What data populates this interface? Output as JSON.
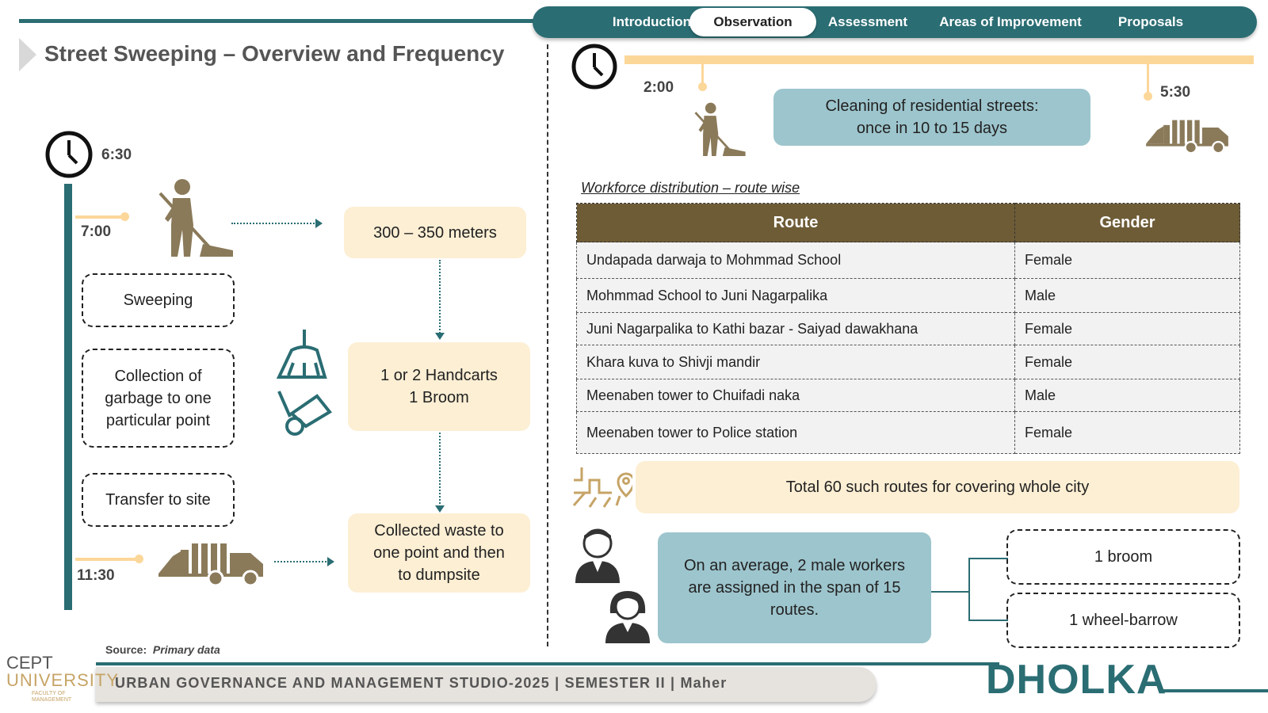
{
  "nav": {
    "tabs": [
      {
        "label": "Introduction",
        "active": false
      },
      {
        "label": "Observation",
        "active": true
      },
      {
        "label": "Assessment",
        "active": false
      },
      {
        "label": "Areas of Improvement",
        "active": false
      },
      {
        "label": "Proposals",
        "active": false
      }
    ]
  },
  "page_title": "Street Sweeping – Overview and Frequency",
  "left": {
    "times": {
      "start": "6:30",
      "sweep": "7:00",
      "end": "11:30"
    },
    "steps": {
      "sweeping": "Sweeping",
      "collection": "Collection of\ngarbage to one\nparticular point",
      "transfer": "Transfer to site"
    },
    "info": {
      "distance": "300 – 350 meters",
      "equipment": "1 or 2 Handcarts\n1 Broom",
      "waste": "Collected waste to\none point and then\nto dumpsite"
    },
    "source_label": "Source:",
    "source_value": "Primary data"
  },
  "right": {
    "times": {
      "start": "2:00",
      "end": "5:30"
    },
    "cleaning_note": "Cleaning of residential streets:\nonce in 10 to 15 days",
    "table_title": "Workforce distribution – route wise",
    "table_headers": {
      "route": "Route",
      "gender": "Gender"
    },
    "table_rows": [
      {
        "route": "Undapada darwaja to Mohmmad School",
        "gender": "Female"
      },
      {
        "route": "Mohmmad School to Juni Nagarpalika",
        "gender": "Male"
      },
      {
        "route": "Juni Nagarpalika to Kathi bazar  - Saiyad dawakhana",
        "gender": "Female"
      },
      {
        "route": "Khara kuva to Shivji mandir",
        "gender": "Female"
      },
      {
        "route": "Meenaben tower to Chuifadi naka",
        "gender": "Male"
      },
      {
        "route": "Meenaben tower to Police station",
        "gender": "Female"
      }
    ],
    "total_routes": "Total 60 such routes for covering whole city",
    "average_note": "On an average, 2 male workers\nare assigned in the span of 15\nroutes.",
    "tools": [
      "1 broom",
      "1 wheel-barrow"
    ]
  },
  "footer": {
    "studio": "URBAN GOVERNANCE AND MANAGEMENT STUDIO-2025 | SEMESTER II | Maher",
    "city": "DHOLKA",
    "logo_line1": "CEPT",
    "logo_line2": "UNIVERSITY",
    "logo_line3": "FACULTY OF MANAGEMENT"
  },
  "colors": {
    "teal": "#2a6d73",
    "cream": "#fdefd4",
    "light_teal": "#9dc5cd",
    "table_header": "#6e5c37",
    "accent_yellow": "#fcd79a",
    "icon_brown": "#8a7a5a"
  }
}
